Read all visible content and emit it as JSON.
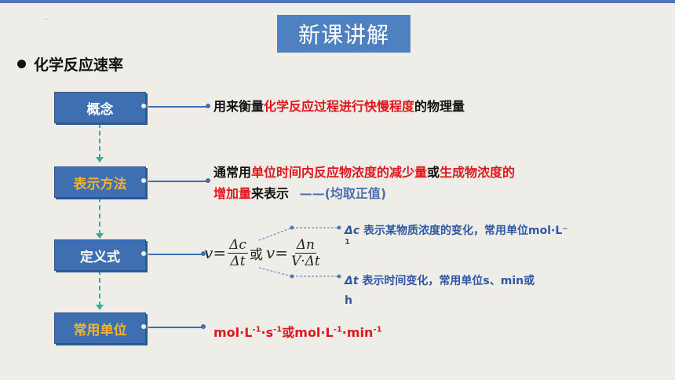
{
  "title": "新课讲解",
  "heading": "化学反应速率",
  "rows": {
    "concept": {
      "label": "概念",
      "text_a": "用来衡量",
      "text_b": "化学反应过程进行快慢程度",
      "text_c": "的物理量"
    },
    "representation": {
      "label": "表示方法",
      "line1_a": "通常用",
      "line1_b": "单位时间内反应物浓度的减少量",
      "line1_c": "或",
      "line1_d": "生成物浓度的",
      "line2_a": "增加量",
      "line2_b": "来表示",
      "line2_c": "——(均取正值)"
    },
    "definition": {
      "label": "定义式",
      "formula_v": "v",
      "formula_eq": "=",
      "frac1_num": "Δc",
      "frac1_den": "Δt",
      "formula_or": "或",
      "frac2_num": "Δn",
      "frac2_den": "V·Δt",
      "note1_symbol": "Δc",
      "note1_text": " 表示某物质浓度的变化，常用单位mol·L⁻",
      "note1_cont": "1",
      "note2_symbol": "Δt",
      "note2_text": " 表示时间变化，常用单位s、min或",
      "note2_cont": "h"
    },
    "units": {
      "label": "常用单位",
      "u1": "mol·L",
      "u1_sup1": "-1",
      "u1_mid": "·s",
      "u1_sup2": "-1",
      "or": "或",
      "u2": "mol·L",
      "u2_sup1": "-1",
      "u2_mid": "·min",
      "u2_sup2": "-1"
    }
  },
  "colors": {
    "box_blue": "#3e70b1",
    "title_blue": "#4f80c0",
    "emphasis_red": "#e0161d",
    "label_orange": "#f0b52e",
    "note_blue": "#2e58a6"
  }
}
